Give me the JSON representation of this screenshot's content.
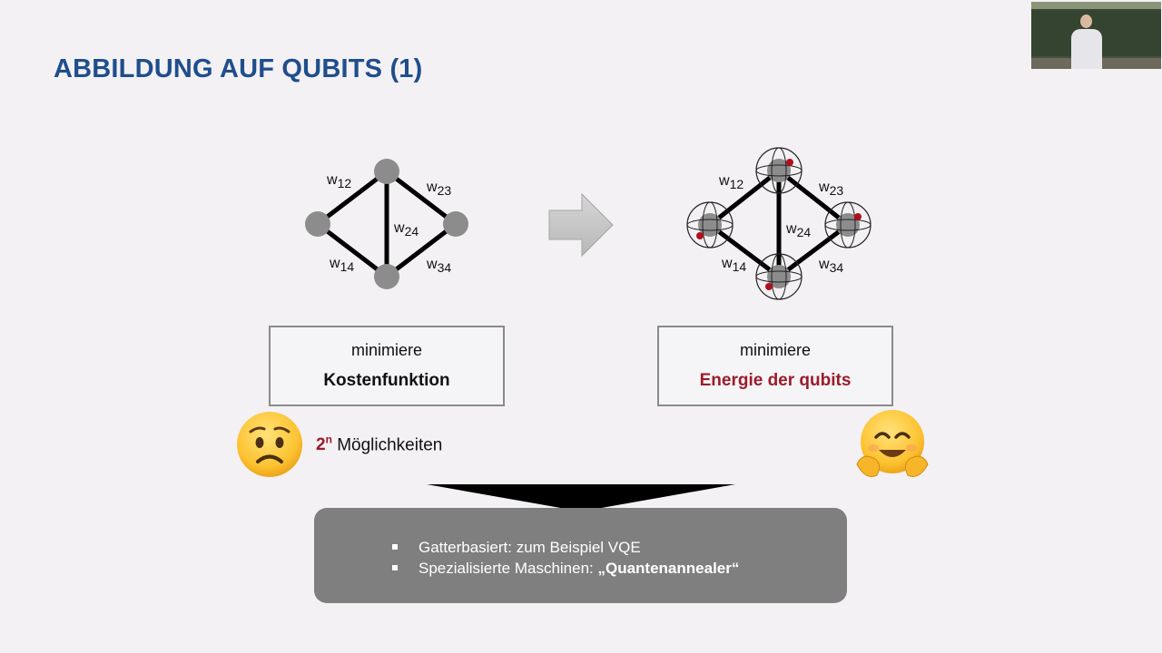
{
  "slide": {
    "title": "ABBILDUNG AUF QUBITS (1)"
  },
  "left_graph": {
    "edge_labels": {
      "w12": "w",
      "w12_sub": "12",
      "w23": "w",
      "w23_sub": "23",
      "w24": "w",
      "w24_sub": "24",
      "w14": "w",
      "w14_sub": "14",
      "w34": "w",
      "w34_sub": "34"
    }
  },
  "left_box": {
    "line1": "minimiere",
    "line2": "Kostenfunktion",
    "line2_color": "#111111"
  },
  "right_box": {
    "line1": "minimiere",
    "line2": "Energie der qubits",
    "line2_color": "#9b1b2a"
  },
  "possibilities": {
    "base": "2",
    "exponent": "n",
    "text": "Möglichkeiten"
  },
  "emojis": {
    "left": "worried-face-icon",
    "right": "hugging-face-icon"
  },
  "panel": {
    "items": [
      {
        "prefix": "Gatterbasiert: zum Beispiel VQE",
        "bold": ""
      },
      {
        "prefix": "Spezialisierte Maschinen: ",
        "bold": "„Quantenannealer“"
      }
    ]
  },
  "colors": {
    "title": "#1f4e8c",
    "accent_red": "#9b1b2a",
    "panel_bg": "#7f7f7f",
    "node": "#8c8c8c"
  }
}
